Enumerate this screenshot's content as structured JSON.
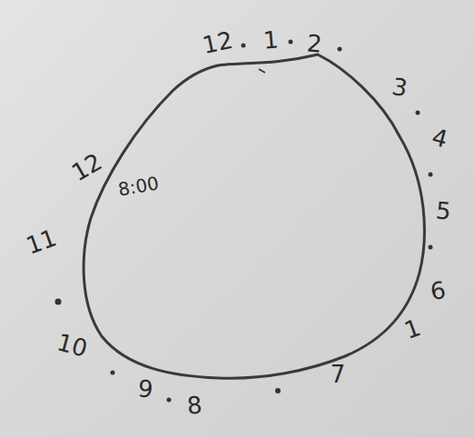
{
  "diagram": {
    "labels": [
      "12",
      "1",
      "2",
      "3",
      "4",
      "5",
      "6",
      "1",
      "7",
      "8",
      "9",
      "10",
      "11",
      "12",
      "8:00"
    ]
  }
}
